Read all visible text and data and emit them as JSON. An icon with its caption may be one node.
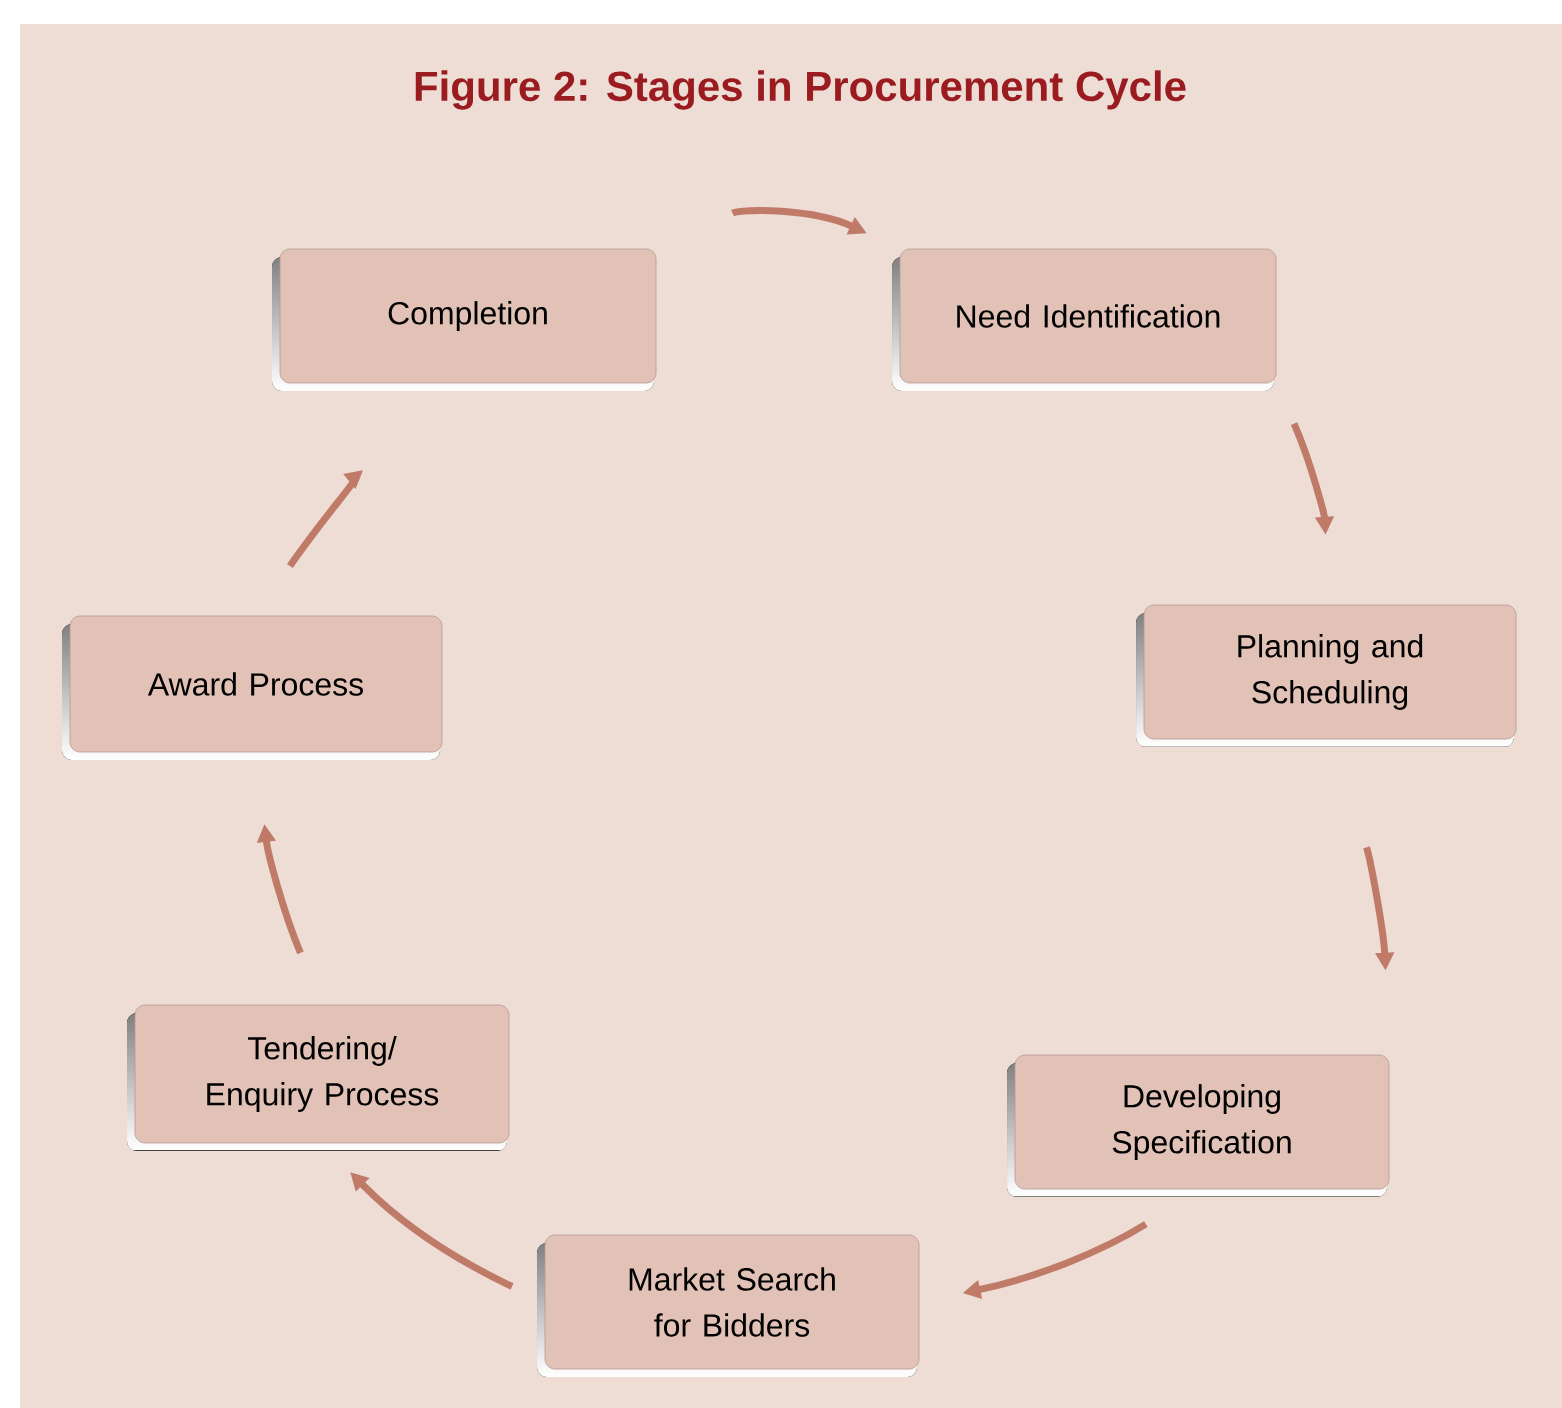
{
  "diagram": {
    "title": "Figure 2: Stages in Procurement Cycle",
    "nodes": [
      {
        "text": [
          "Completion"
        ]
      },
      {
        "text": [
          "Need Identification"
        ]
      },
      {
        "text": [
          "Planning and Scheduling"
        ]
      },
      {
        "text": [
          "Developing Specification"
        ]
      },
      {
        "text": [
          "Market Search for Bidders"
        ]
      },
      {
        "text": [
          "Tendering/ Enquiry Process"
        ]
      },
      {
        "text": [
          "Award Process"
        ]
      }
    ],
    "edges": [
      {
        "from": 0,
        "to": 1,
        "arrow": "to"
      },
      {
        "from": 1,
        "to": 2,
        "arrow": "to"
      },
      {
        "from": 2,
        "to": 3,
        "arrow": "to"
      },
      {
        "from": 3,
        "to": 4,
        "arrow": "to"
      },
      {
        "from": 4,
        "to": 5,
        "arrow": "to"
      },
      {
        "from": 5,
        "to": 6,
        "arrow": "to"
      },
      {
        "from": 6,
        "to": 0,
        "arrow": "to"
      }
    ]
  }
}
